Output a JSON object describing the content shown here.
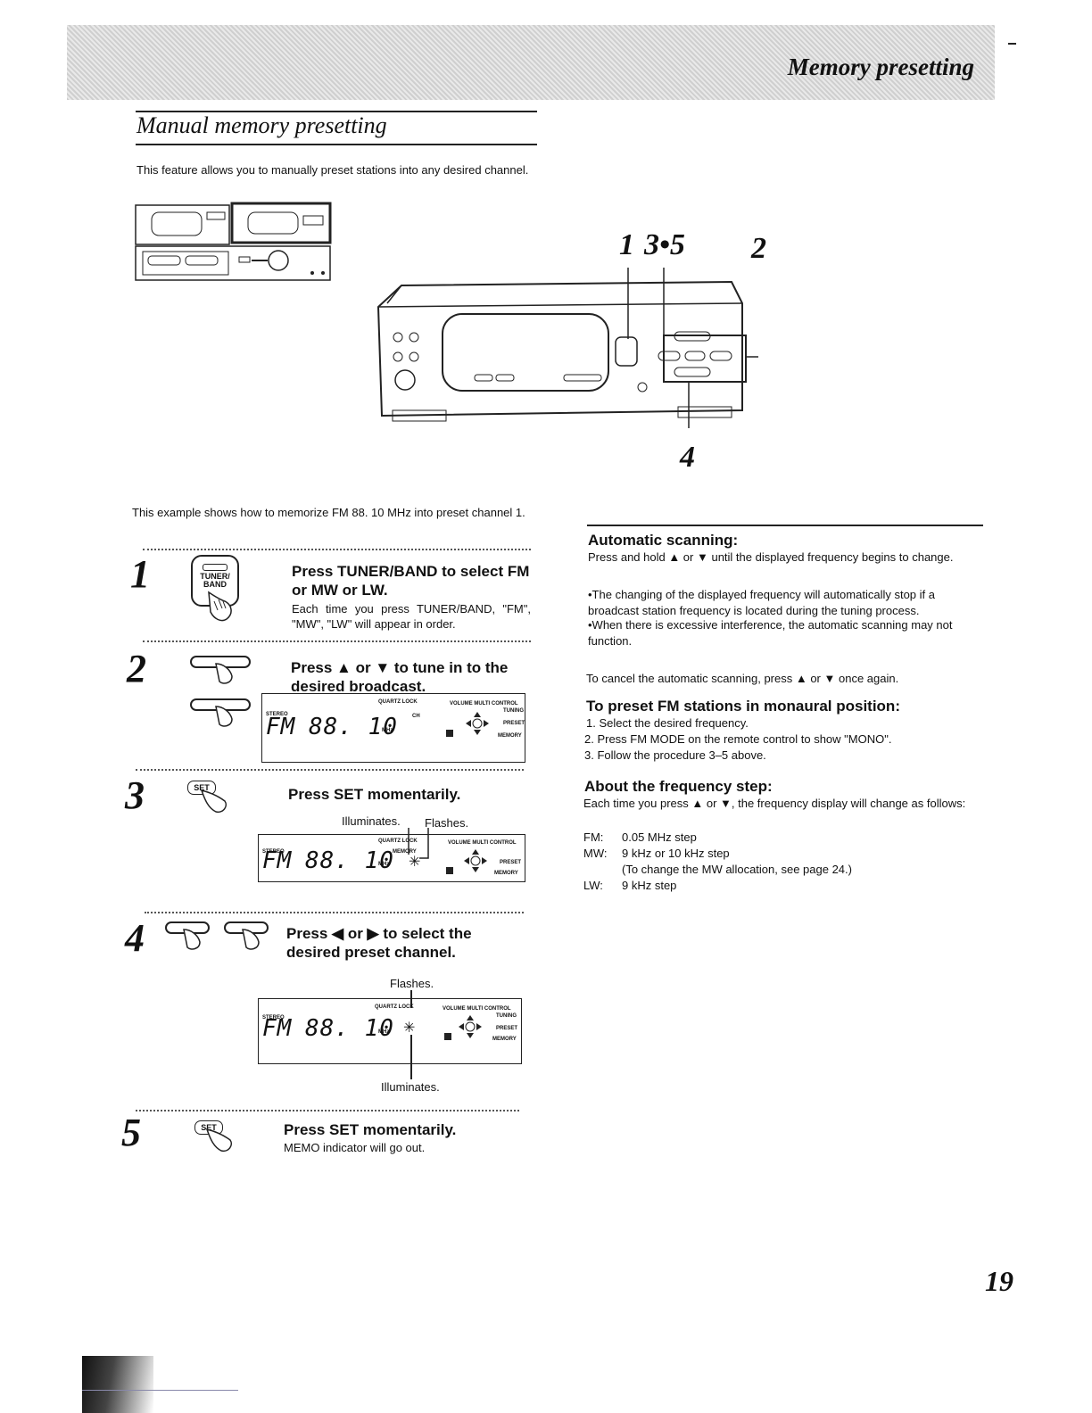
{
  "header": {
    "title": "Memory presetting"
  },
  "section": {
    "title": "Manual memory presetting",
    "intro": "This feature allows you to manually preset stations into any desired channel."
  },
  "diagram": {
    "labels": {
      "a": "1",
      "b": "3•5",
      "c": "2",
      "d": "4"
    }
  },
  "example": "This example shows how to memorize FM 88. 10 MHz into preset channel 1.",
  "steps": [
    {
      "num": "1",
      "button": "TUNER/ BAND",
      "head": "Press TUNER/BAND to select FM or MW or LW.",
      "body": "Each time you press TUNER/BAND, \"FM\", \"MW\", \"LW\" will appear in order."
    },
    {
      "num": "2",
      "head": "Press ▲ or ▼ to tune in to the desired broadcast."
    },
    {
      "num": "3",
      "button": "SET",
      "head": "Press SET momentarily.",
      "note1": "Illuminates.",
      "note2": "Flashes."
    },
    {
      "num": "4",
      "head": "Press ◀ or ▶ to select the desired preset channel.",
      "note1": "Flashes.",
      "note2": "Illuminates."
    },
    {
      "num": "5",
      "button": "SET",
      "head": "Press SET momentarily.",
      "body": "MEMO indicator will go out."
    }
  ],
  "display": {
    "band": "FM",
    "freq": "88. 10",
    "unit": "MHz",
    "stereo": "STEREO",
    "quartz": "QUARTZ LOCK",
    "ch": "CH",
    "memory_ind": "MEMORY",
    "volume": "VOLUME MULTI CONTROL",
    "tuning": "TUNING",
    "preset": "PRESET",
    "memory": "MEMORY"
  },
  "right": {
    "auto_title": "Automatic scanning:",
    "auto_text": "Press and hold ▲ or ▼ until the displayed frequency begins to change.",
    "auto_b1": "•The changing of the displayed frequency will automatically stop if a broadcast station frequency is located during the tuning process.",
    "auto_b2": "•When there is excessive interference, the automatic scanning may not function.",
    "cancel": "To cancel the automatic scanning, press ▲ or ▼ once again.",
    "mono_title": "To preset FM stations in monaural position:",
    "mono_items": [
      "1.  Select the desired frequency.",
      "2.  Press FM MODE on the remote control to show \"MONO\".",
      "3.  Follow the procedure 3–5 above."
    ],
    "freq_title": "About the frequency step:",
    "freq_text": "Each time you press ▲ or ▼, the frequency display will change as follows:",
    "freq_rows": [
      {
        "band": "FM:",
        "value": "0.05 MHz step"
      },
      {
        "band": "MW:",
        "value": "9 kHz or 10 kHz step"
      },
      {
        "band": "",
        "value": "(To change the MW allocation, see page 24.)"
      },
      {
        "band": "LW:",
        "value": "9 kHz step"
      }
    ]
  },
  "page_number": "19"
}
